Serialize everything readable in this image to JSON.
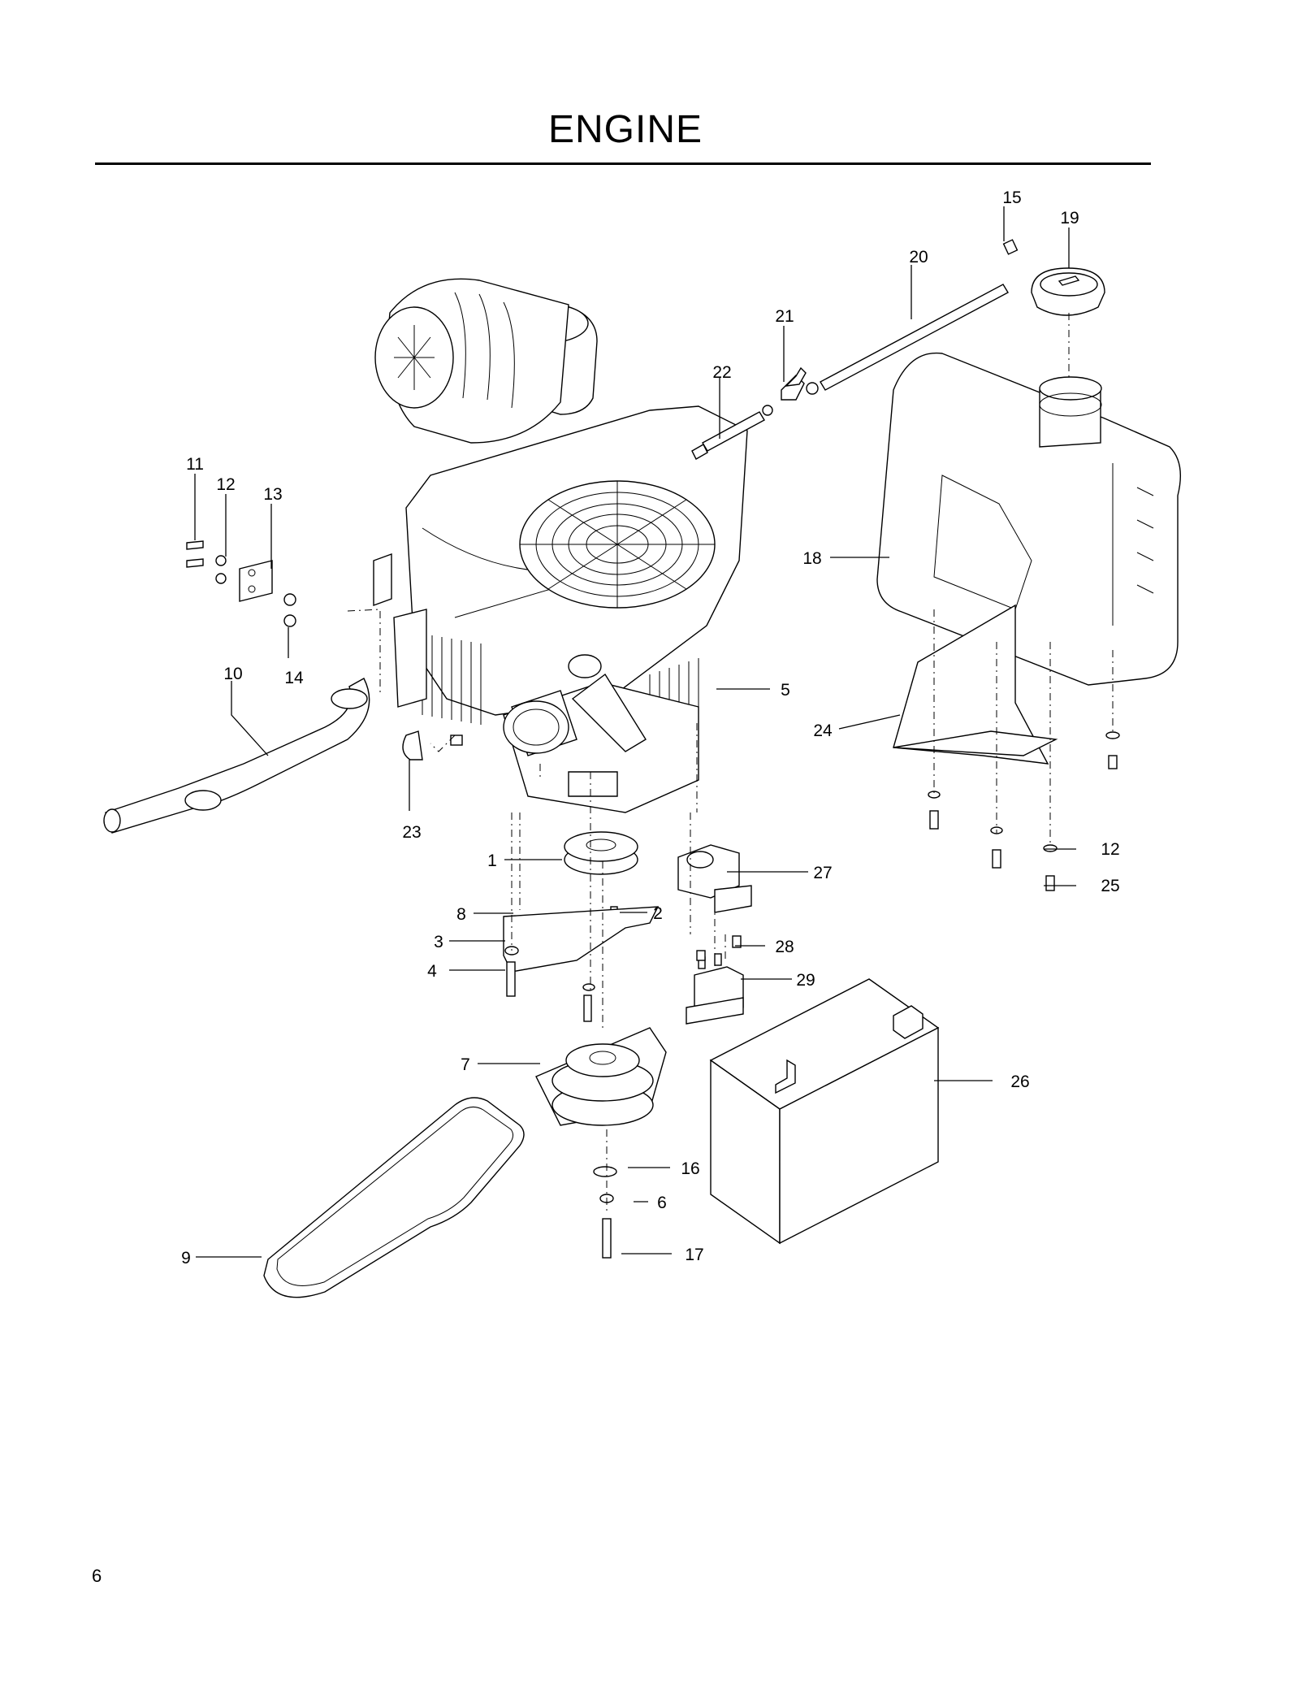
{
  "title": "ENGINE",
  "page_number": "6",
  "callouts": {
    "c1": "1",
    "c2": "2",
    "c3": "3",
    "c4": "4",
    "c5": "5",
    "c6": "6",
    "c7": "7",
    "c8": "8",
    "c9": "9",
    "c10": "10",
    "c11": "11",
    "c12a": "12",
    "c12b": "12",
    "c13": "13",
    "c14": "14",
    "c15": "15",
    "c16": "16",
    "c17": "17",
    "c18": "18",
    "c19": "19",
    "c20": "20",
    "c21": "21",
    "c22": "22",
    "c23": "23",
    "c24": "24",
    "c25": "25",
    "c26": "26",
    "c27": "27",
    "c28": "28",
    "c29": "29"
  }
}
